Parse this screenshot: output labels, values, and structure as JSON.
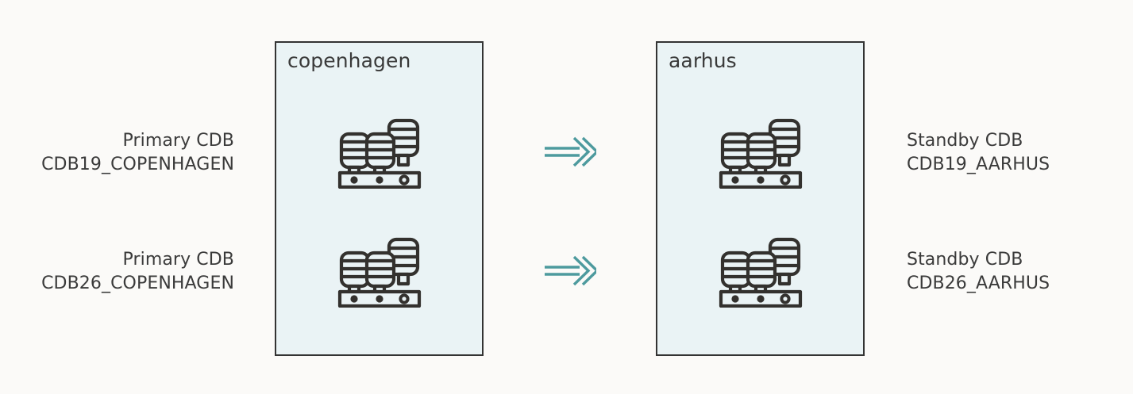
{
  "diagram": {
    "background_color": "#fbfaf8",
    "regions": [
      {
        "id": "copenhagen",
        "title": "copenhagen",
        "fill_color": "#eaf3f5",
        "border_color": "#333333"
      },
      {
        "id": "aarhus",
        "title": "aarhus",
        "fill_color": "#eaf3f5",
        "border_color": "#333333"
      }
    ],
    "rows": [
      {
        "left_label": {
          "line1": "Primary CDB",
          "line2": "CDB19_COPENHAGEN"
        },
        "right_label": {
          "line1": "Standby CDB",
          "line2": "CDB19_AARHUS"
        },
        "left_icon": "database-rack-icon",
        "right_icon": "database-rack-icon",
        "arrow": "double-arrow-right-icon"
      },
      {
        "left_label": {
          "line1": "Primary CDB",
          "line2": "CDB26_COPENHAGEN"
        },
        "right_label": {
          "line1": "Standby CDB",
          "line2": "CDB26_AARHUS"
        },
        "left_icon": "database-rack-icon",
        "right_icon": "database-rack-icon",
        "arrow": "double-arrow-right-icon"
      }
    ],
    "colors": {
      "arrow": "#4d9a9e",
      "icon_stroke": "#33312e",
      "text": "#3a3a3a"
    }
  }
}
